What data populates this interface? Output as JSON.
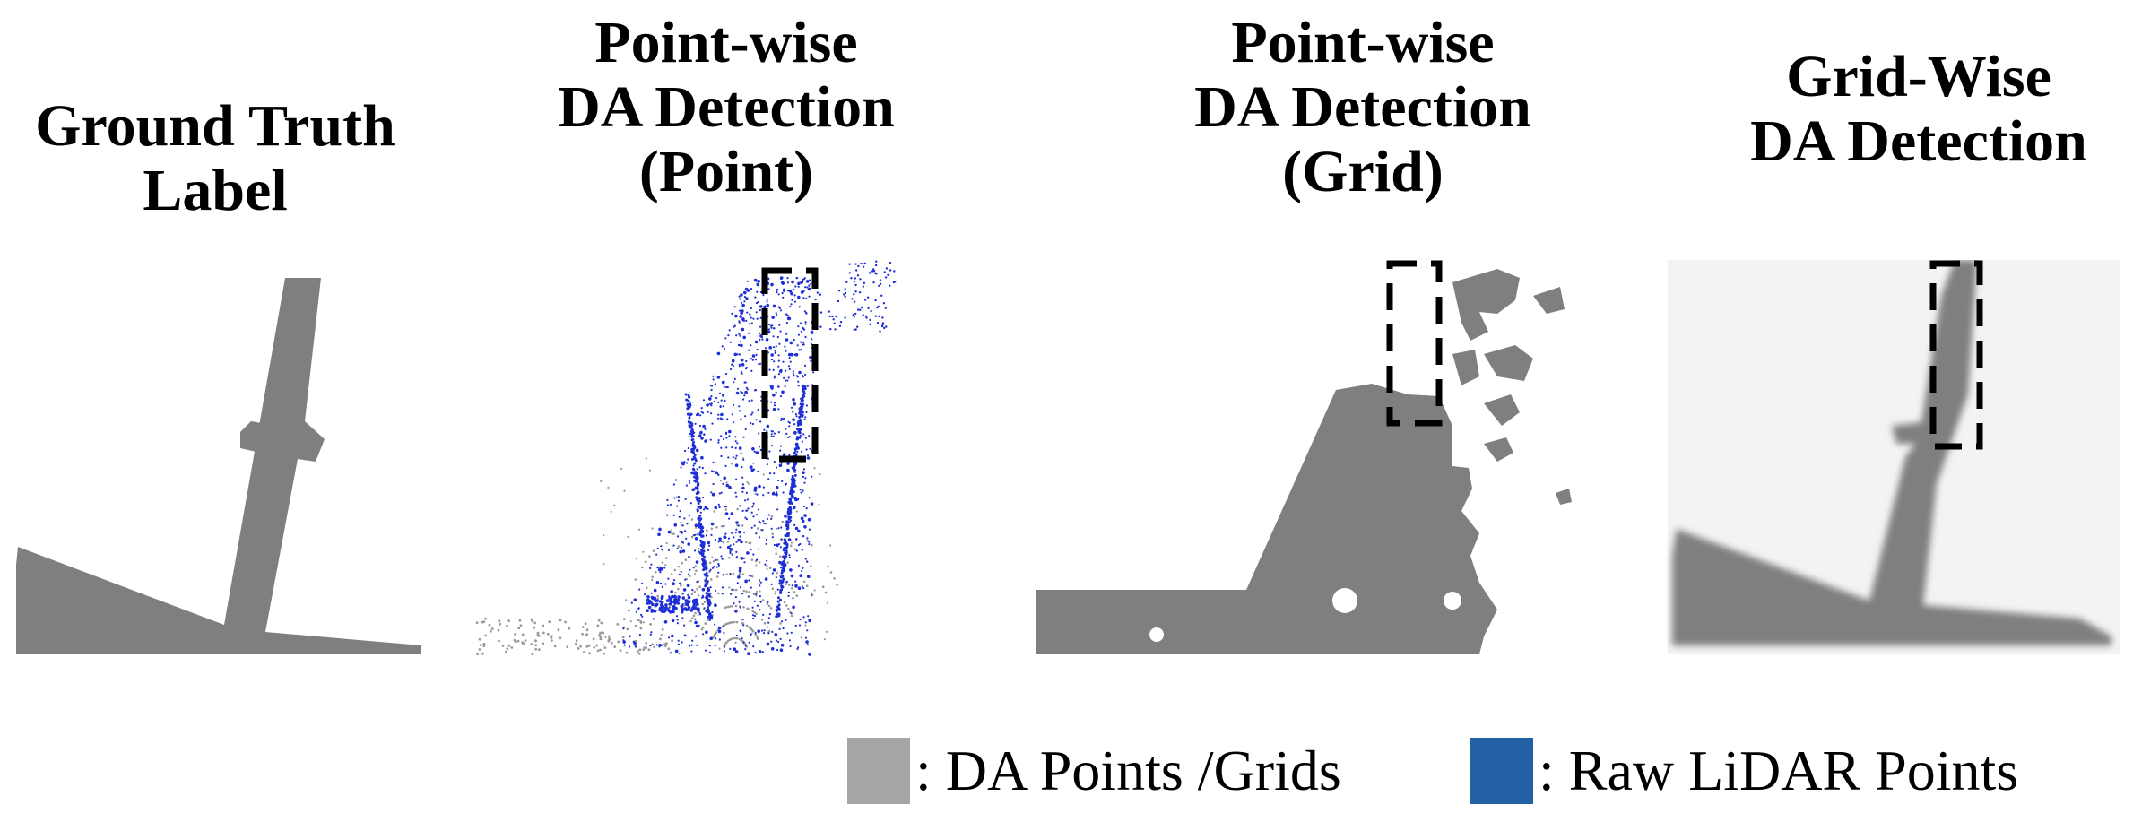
{
  "panels": [
    {
      "title_lines": [
        "Ground Truth",
        "Label"
      ]
    },
    {
      "title_lines": [
        "Point-wise",
        "DA Detection",
        "(Point)"
      ]
    },
    {
      "title_lines": [
        "Point-wise",
        "DA Detection",
        "(Grid)"
      ]
    },
    {
      "title_lines": [
        "Grid-Wise",
        "DA Detection"
      ]
    }
  ],
  "legend": {
    "da": {
      "label": ": DA Points /Grids",
      "color": "#a6a6a6"
    },
    "raw": {
      "label": ": Raw LiDAR Points",
      "color": "#2361a5"
    }
  },
  "colors": {
    "da_fill": "#7f7f7f",
    "lidar_blue": "#1f2fd6",
    "lidar_gray": "#9a9a9a",
    "grid_soft": "#dcdcdc",
    "highlight_box": "#000000"
  }
}
